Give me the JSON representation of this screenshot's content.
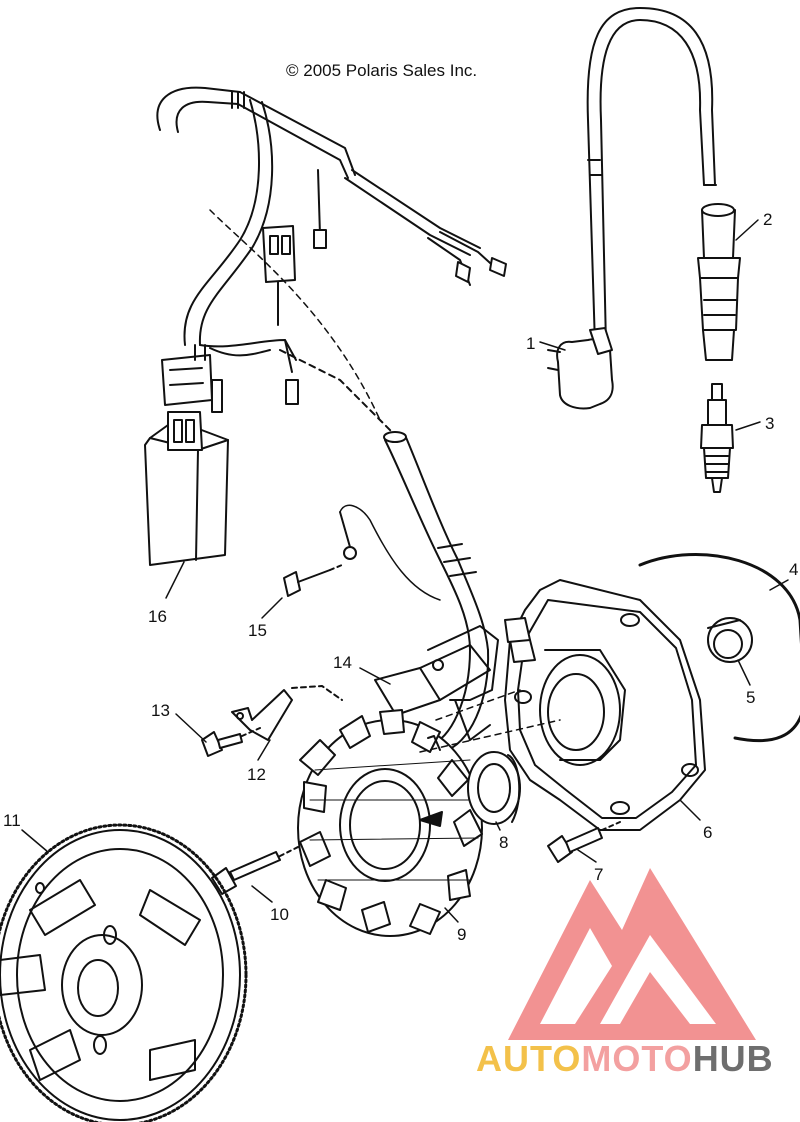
{
  "copyright": "© 2005 Polaris Sales Inc.",
  "callouts": {
    "c1": "1",
    "c2": "2",
    "c3": "3",
    "c4": "4",
    "c5": "5",
    "c6": "6",
    "c7": "7",
    "c8": "8",
    "c9": "9",
    "c10": "10",
    "c11": "11",
    "c12": "12",
    "c13": "13",
    "c14": "14",
    "c15": "15",
    "c16": "16"
  },
  "watermark": {
    "part1": "AUTO",
    "part2": "MOTO",
    "part3": "HUB",
    "colors": {
      "auto": "#f3c14a",
      "moto": "#f3a0a0",
      "hub": "#6e6e6e",
      "logo": "#f08080"
    }
  }
}
